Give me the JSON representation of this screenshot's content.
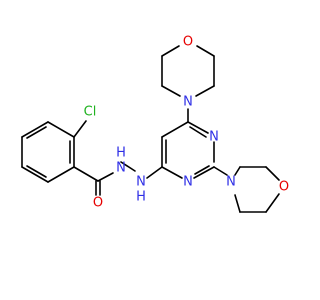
{
  "molecule": {
    "colors": {
      "bond": "#000000",
      "carbon": "#000000",
      "nitrogen": "#2f2fe6",
      "oxygen": "#e60000",
      "chlorine": "#1fb21f"
    },
    "atoms": {
      "cl": {
        "text": "Cl",
        "element": "chlorine"
      },
      "o_carbonyl": {
        "text": "O",
        "element": "oxygen"
      },
      "n_hydrazide_1": {
        "text": "N",
        "h": "H",
        "element": "nitrogen"
      },
      "n_hydrazide_2": {
        "text": "N",
        "h": "H",
        "element": "nitrogen"
      },
      "n_pyr_1": {
        "text": "N",
        "element": "nitrogen"
      },
      "n_pyr_2": {
        "text": "N",
        "element": "nitrogen"
      },
      "n_morph_top": {
        "text": "N",
        "element": "nitrogen"
      },
      "o_morph_top": {
        "text": "O",
        "element": "oxygen"
      },
      "n_morph_right": {
        "text": "N",
        "element": "nitrogen"
      },
      "o_morph_right": {
        "text": "O",
        "element": "oxygen"
      }
    }
  }
}
